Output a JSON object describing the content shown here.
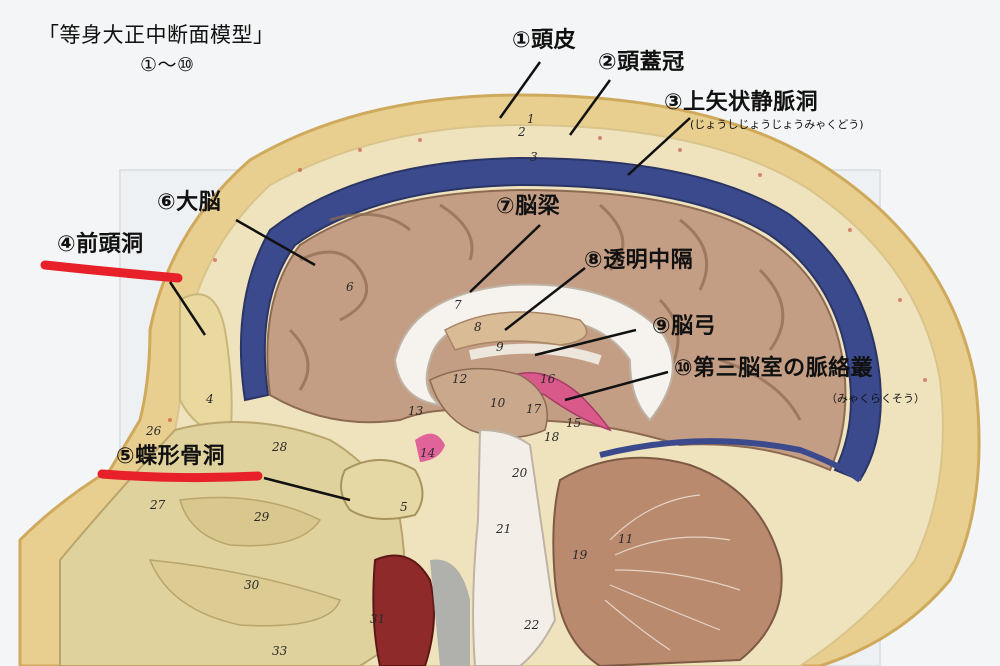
{
  "title": "「等身大正中断面模型」",
  "range": "①〜⑩",
  "labels": {
    "scalp": "①頭皮",
    "skull": "②頭蓋冠",
    "sss": "③上矢状静脈洞",
    "sss_reading": "(じょうしじょうじょうみゃくどう)",
    "frontal_sinus": "④前頭洞",
    "sphenoid_sinus": "⑤蝶形骨洞",
    "cerebrum": "⑥大脳",
    "corpus_callosum": "⑦脳梁",
    "septum": "⑧透明中隔",
    "fornix": "⑨脳弓",
    "choroid": "⑩第三脳室の脈絡叢",
    "choroid_reading": "（みゃくらくそう）"
  },
  "model_numbers": [
    "1",
    "2",
    "3",
    "4",
    "5",
    "6",
    "7",
    "8",
    "9",
    "10",
    "11",
    "12",
    "13",
    "14",
    "15",
    "16",
    "17",
    "18",
    "19",
    "20",
    "21",
    "22",
    "26",
    "27",
    "28",
    "29",
    "30",
    "31",
    "33"
  ],
  "colors": {
    "background": "#f3f5f6",
    "skin": "#e8cf8f",
    "bone": "#efe0b2",
    "dura": "#3b4a8c",
    "brain": "#c49e84",
    "white_matter": "#f6f3ee",
    "cerebellum": "#b98a6e",
    "highlight_red": "#e8202a"
  }
}
